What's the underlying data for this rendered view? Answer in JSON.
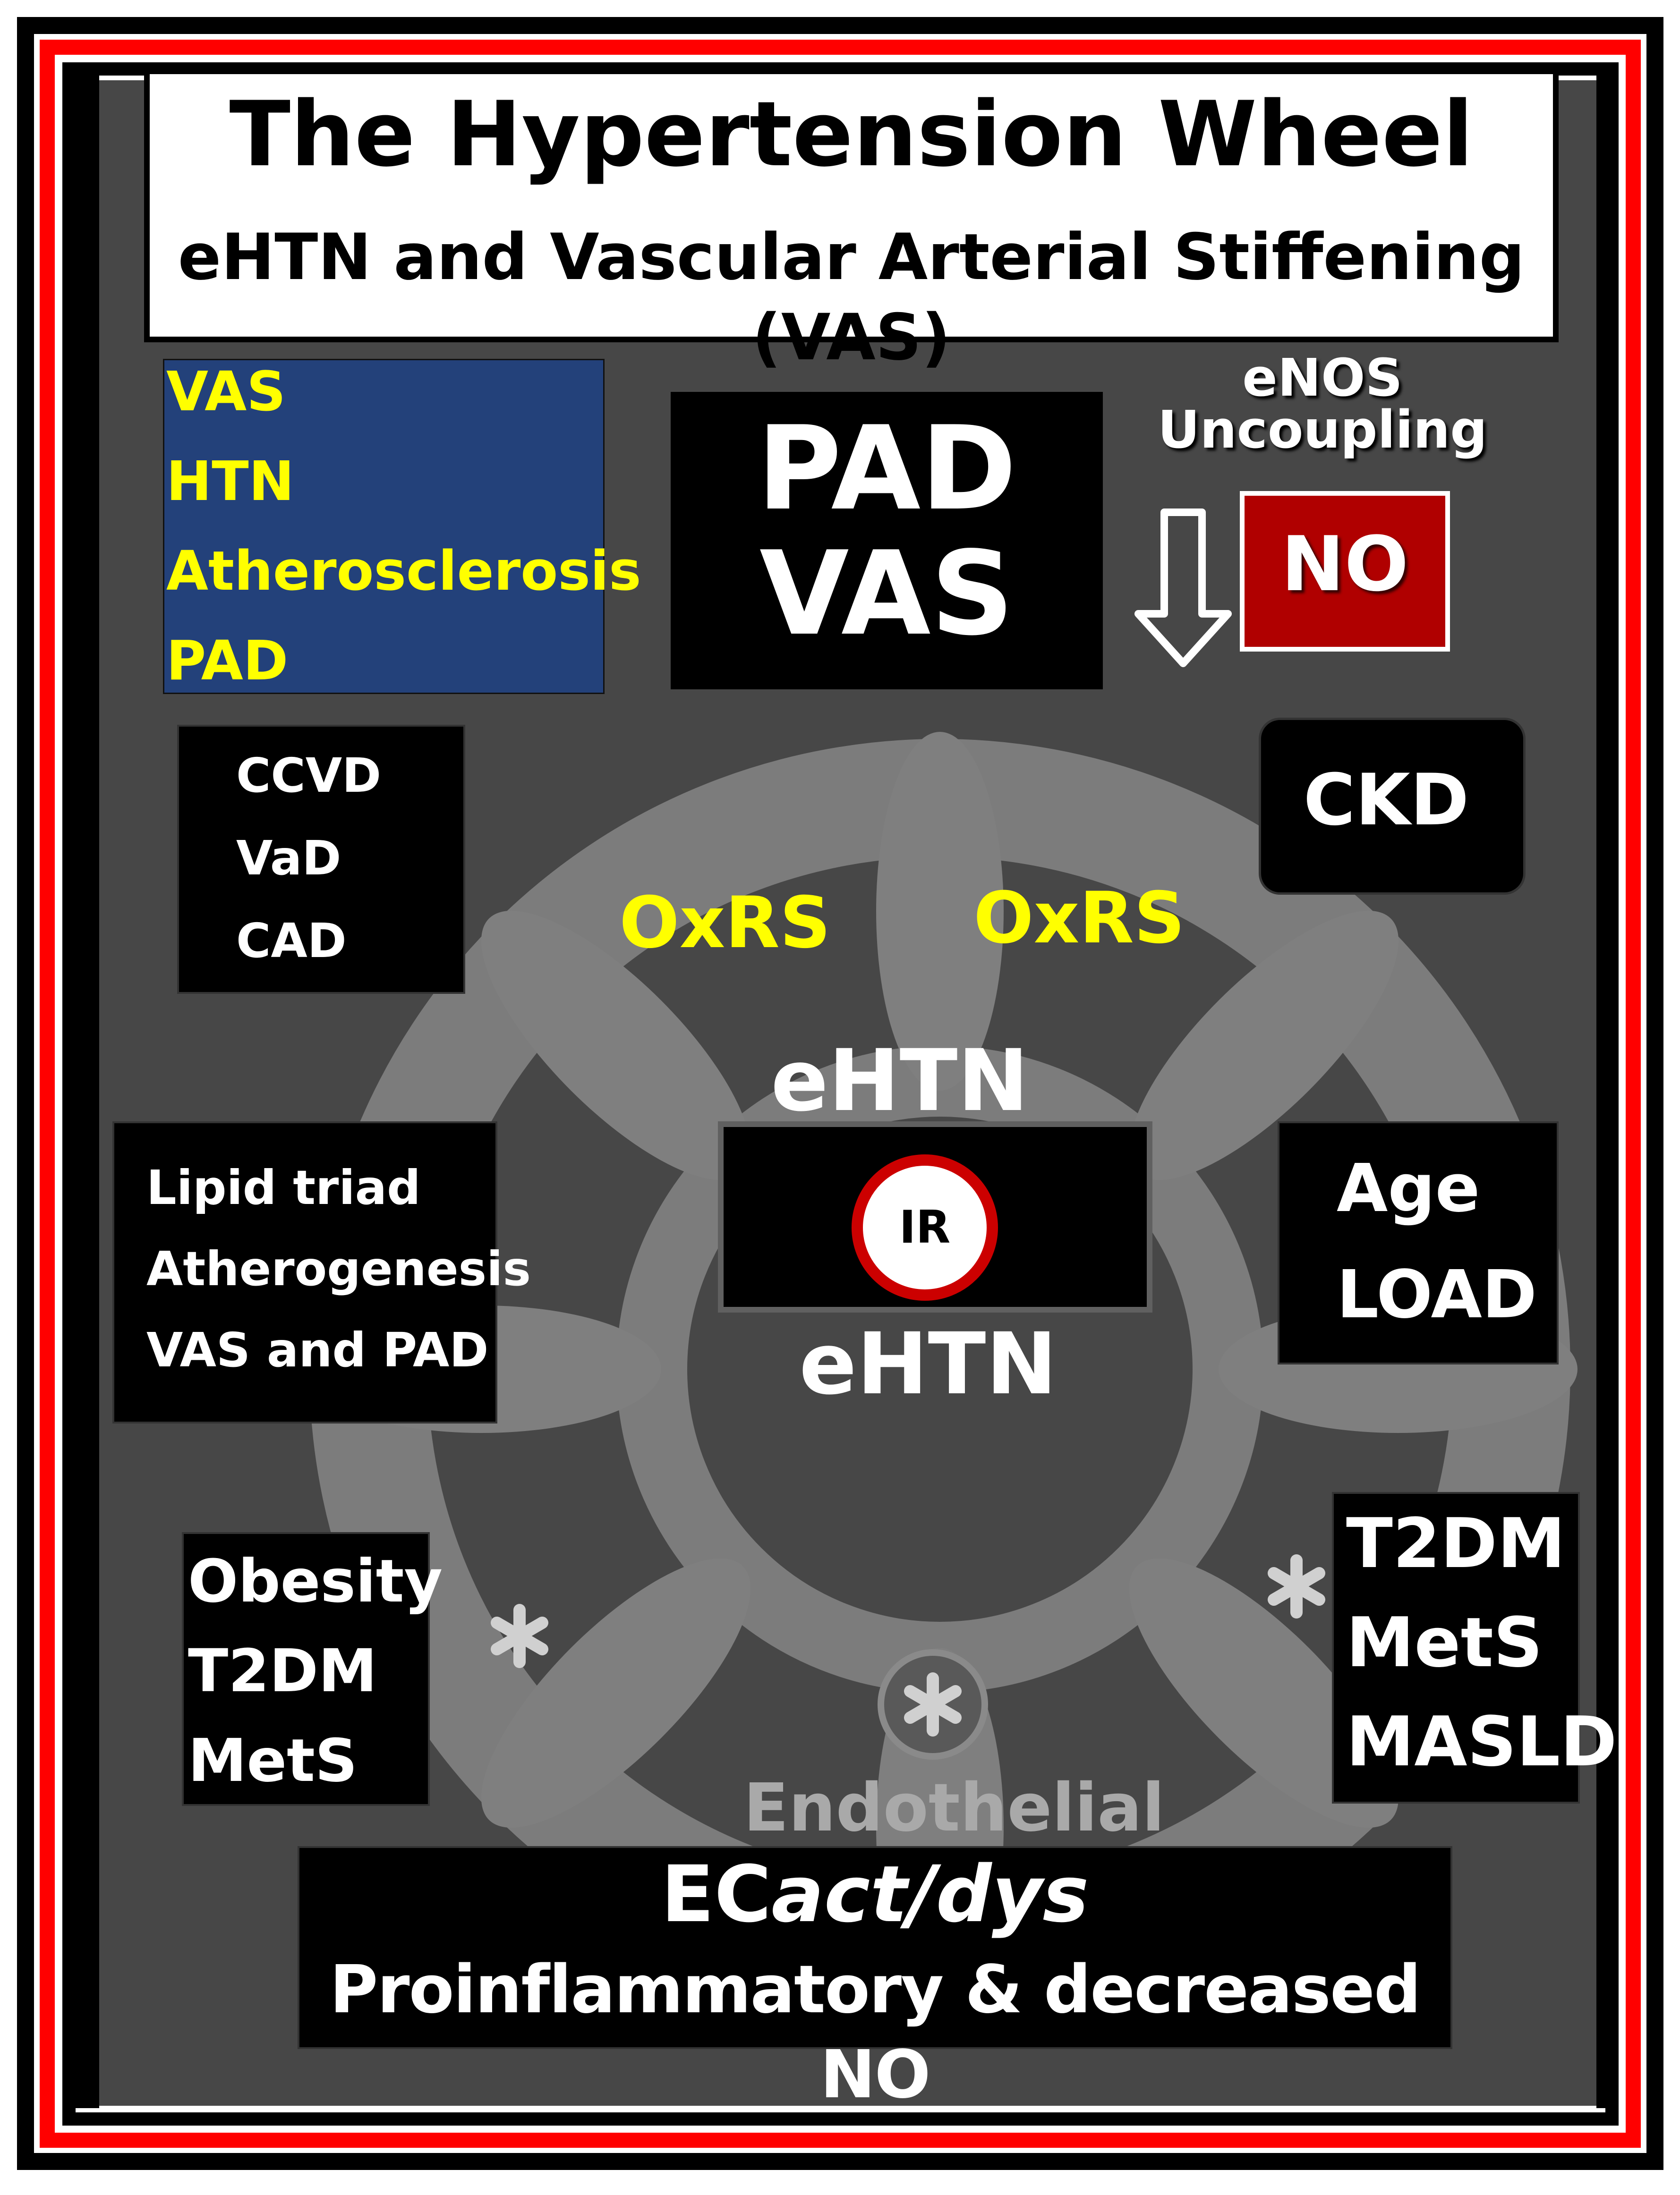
{
  "title": "The Hypertension Wheel",
  "subtitle": "eHTN and Vascular Arterial Stiffening (VAS)",
  "box_vas_list": [
    "VAS",
    "HTN",
    "Atherosclerosis",
    "PAD"
  ],
  "box_pad_vas": "PAD\nVAS",
  "enos_label": "eNOS\nUncoupling",
  "no_label": "NO",
  "box_ccvd": "CCVD\nVaD\nCAD",
  "box_ckd": "CKD",
  "oxrs_left": "OxRS",
  "oxrs_right": "OxRS",
  "ehtn_top": "eHTN",
  "ehtn_bottom": "eHTN",
  "ir_label": "IR",
  "box_lipid": "Lipid triad\nAtherogenesis\nVAS and PAD",
  "box_age": "Age\nLOAD",
  "box_obesity": "Obesity\nT2DM\nMetS",
  "box_t2dm_right": "T2DM\nMetS\nMASLD",
  "endothelial_label": "Endothelial",
  "bottom_line1_prefix": "EC",
  "bottom_line1_italic": "act/dys",
  "bottom_line2": "Proinflammatory & decreased NO",
  "colors": {
    "frame_red": "#ff0000",
    "panel_gray": "#4a4a4a",
    "navy": "#23417a",
    "no_red": "#b00000",
    "label_yellow": "#ffff00"
  }
}
